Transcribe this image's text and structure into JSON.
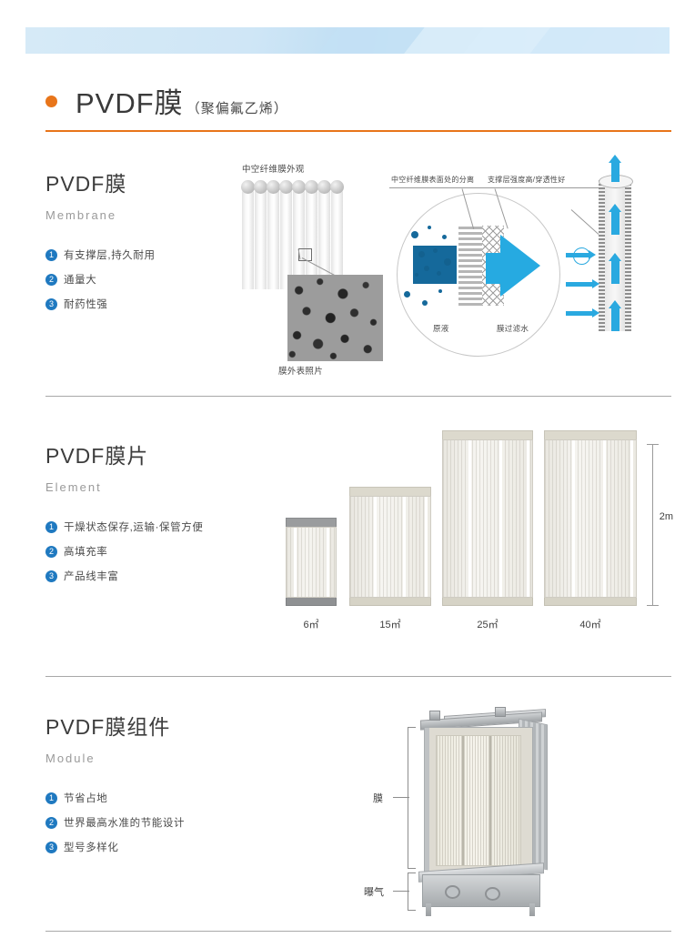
{
  "brand": {
    "accent_orange": "#e8751a",
    "accent_blue": "#1f79c0",
    "arrow_cyan": "#26aae1"
  },
  "header": {
    "title_main": "PVDF膜",
    "title_sub": "（聚偏氟乙烯）"
  },
  "sections": [
    {
      "id": "membrane",
      "title": "PVDF膜",
      "subtitle": "Membrane",
      "features": [
        {
          "num": "1",
          "label": "有支撑层,持久耐用"
        },
        {
          "num": "2",
          "label": "通量大"
        },
        {
          "num": "3",
          "label": "耐药性强"
        }
      ],
      "figure_captions": {
        "fiber_appearance": "中空纤维膜外观",
        "sem_photo": "膜外表照片",
        "separation": "中空纤维膜表面处的分离",
        "support_layer": "支撑层强度高/穿透性好",
        "raw_liquid": "原液",
        "filtered_water": "膜过滤水"
      }
    },
    {
      "id": "element",
      "title": "PVDF膜片",
      "subtitle": "Element",
      "features": [
        {
          "num": "1",
          "label": "干燥状态保存,运输·保管方便"
        },
        {
          "num": "2",
          "label": "高填充率"
        },
        {
          "num": "3",
          "label": "产品线丰富"
        }
      ],
      "elements": [
        {
          "label": "6㎡",
          "area": 6
        },
        {
          "label": "15㎡",
          "area": 15
        },
        {
          "label": "25㎡",
          "area": 25
        },
        {
          "label": "40㎡",
          "area": 40
        }
      ],
      "dimension_label": "2m"
    },
    {
      "id": "module",
      "title": "PVDF膜组件",
      "subtitle": "Module",
      "features": [
        {
          "num": "1",
          "label": "节省占地"
        },
        {
          "num": "2",
          "label": "世界最高水准的节能设计"
        },
        {
          "num": "3",
          "label": "型号多样化"
        }
      ],
      "module_labels": {
        "membrane": "膜",
        "aeration": "曝气"
      }
    }
  ]
}
